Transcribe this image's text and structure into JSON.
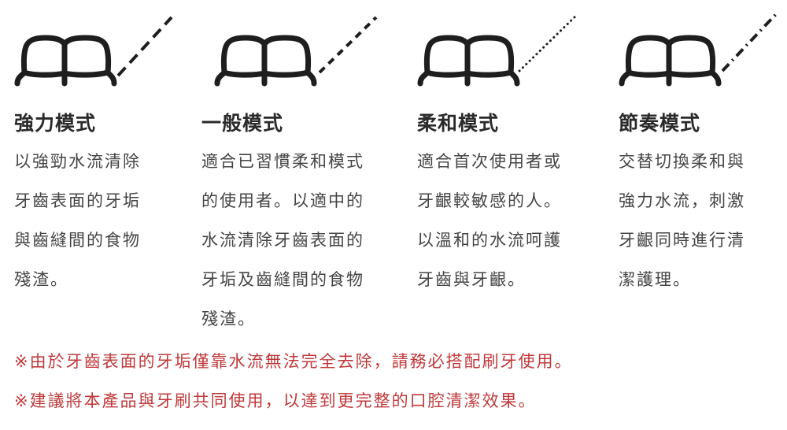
{
  "modes": [
    {
      "title": "強力模式",
      "lines": [
        "以強勁水流清除",
        "牙齒表面的牙垢",
        "與齒縫間的食物",
        "殘渣。"
      ]
    },
    {
      "title": "一般模式",
      "lines": [
        "適合已習慣柔和模式",
        "的使用者。以適中的",
        "水流清除牙齒表面的",
        "牙垢及齒縫間的食物",
        "殘渣。"
      ]
    },
    {
      "title": "柔和模式",
      "lines": [
        "適合首次使用者或",
        "牙齦較敏感的人。",
        "以溫和的水流呵護",
        "牙齒與牙齦。"
      ]
    },
    {
      "title": "節奏模式",
      "lines": [
        "交替切換柔和與",
        "強力水流，刺激",
        "牙齦同時進行清",
        "潔護理。"
      ]
    }
  ],
  "notes": [
    "※由於牙齒表面的牙垢僅靠水流無法完全去除，請務必搭配刷牙使用。",
    "※建議將本產品與牙刷共同使用，以達到更完整的口腔清潔效果。"
  ],
  "colors": {
    "text": "#3a3a3a",
    "note": "#c0393b",
    "icon_stroke": "#1e1e1e"
  },
  "icons": [
    "teeth-strong-jet-icon",
    "teeth-normal-jet-icon",
    "teeth-gentle-jet-icon",
    "teeth-pulse-jet-icon"
  ]
}
